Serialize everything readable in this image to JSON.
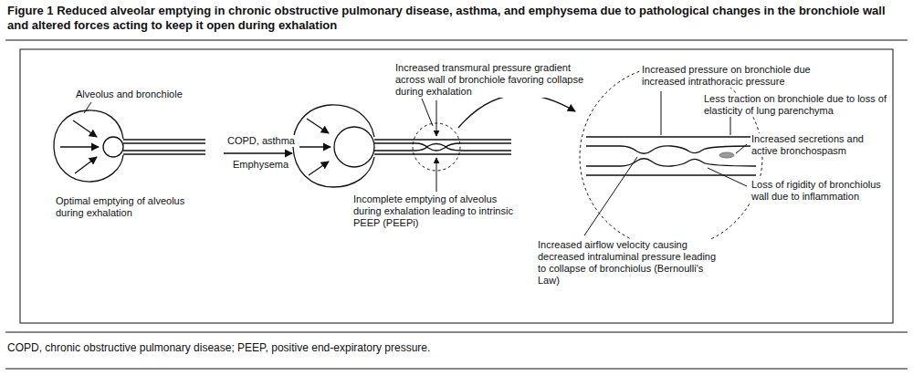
{
  "diagram": {
    "title": "Figure 1 Reduced alveolar emptying in chronic obstructive pulmonary disease, asthma, and emphysema due to pathological changes in the bronchiole wall and altered forces acting to keep it open during exhalation",
    "caption": "COPD, chronic obstructive pulmonary disease; PEEP, positive end-expiratory pressure.",
    "labels": [
      "Alveolus and bronchiole",
      "COPD, asthma",
      "Emphysema",
      "Optimal emptying of alveolus during exhalation",
      "Increased transmural pressure gradient across wall of bronchiole favoring collapse during exhalation",
      "Incomplete emptying of alveolus during exhalation leading to intrinsic PEEP (PEEPi)",
      "Increased pressure on bronchiole due increased intrathoracic pressure",
      "Less traction on bronchiole due to loss of elasticity of lung parenchyma",
      "Increased secretions and active bronchospasm",
      "Loss of rigidity of bronchiolus wall due to inflammation",
      "Increased airflow velocity causing decreased intraluminal pressure leading to collapse of bronchiolus (Bernoulli's Law)"
    ]
  }
}
